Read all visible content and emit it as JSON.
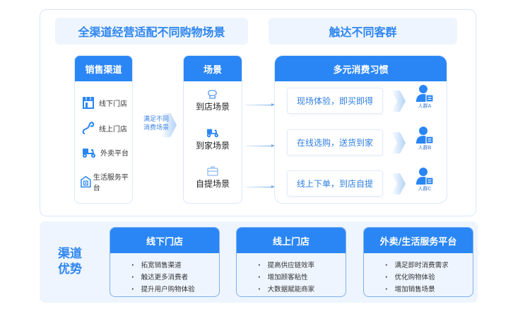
{
  "banners": {
    "left": "全渠道经营适配不同购物场景",
    "right": "触达不同客群"
  },
  "channels": {
    "title": "销售渠道",
    "items": [
      {
        "label": "线下门店",
        "icon": "storefront-icon"
      },
      {
        "label": "线上门店",
        "icon": "link-icon"
      },
      {
        "label": "外卖平台",
        "icon": "scooter-icon"
      },
      {
        "label": "生活服务平台",
        "icon": "house-icon"
      }
    ]
  },
  "connector_label": {
    "line1": "满足不同",
    "line2": "消费场景"
  },
  "scenes": {
    "title": "场景",
    "items": [
      {
        "label": "到店场景",
        "icon": "store-visit-icon"
      },
      {
        "label": "到家场景",
        "icon": "scooter-icon"
      },
      {
        "label": "自提场景",
        "icon": "bag-icon"
      }
    ]
  },
  "habits": {
    "title": "多元消费习惯",
    "items": [
      {
        "label": "现场体验，即买即得",
        "group": "人群A"
      },
      {
        "label": "在线选购，送货到家",
        "group": "人群B"
      },
      {
        "label": "线上下单，到店自提",
        "group": "人群C"
      }
    ]
  },
  "advantages": {
    "title_line1": "渠道",
    "title_line2": "优势",
    "cards": [
      {
        "title": "线下门店",
        "points": [
          "拓宽销售渠道",
          "触达更多消费者",
          "提升用户购物体验"
        ]
      },
      {
        "title": "线上门店",
        "points": [
          "提高供应链效率",
          "增加顾客粘性",
          "大数据赋能商家"
        ]
      },
      {
        "title": "外卖/生活服务平台",
        "points": [
          "满足即时消费需求",
          "优化购物体验",
          "增加销售场景"
        ]
      }
    ]
  },
  "colors": {
    "primary": "#2a86f5",
    "banner_bg": "#eef5fe",
    "banner_text": "#2f86f0"
  }
}
